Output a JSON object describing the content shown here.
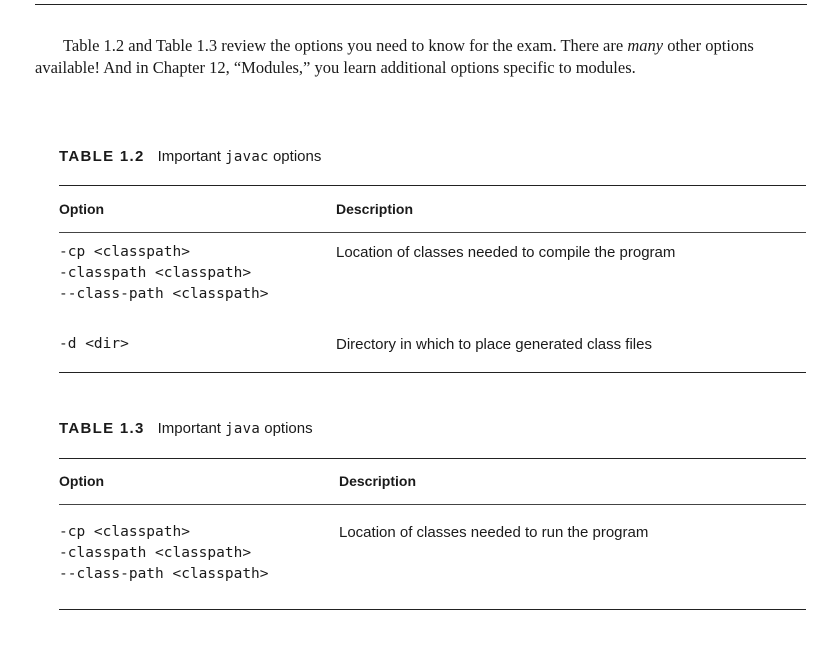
{
  "intro": {
    "part1": "Table 1.2 and Table 1.3 review the options you need to know for the exam. There are ",
    "emphasis": "many",
    "part2": " other options available! And in Chapter 12, “Modules,” you learn additional options specific to modules."
  },
  "table12": {
    "label": "TABLE 1.2",
    "title_pre": "Important ",
    "title_code": "javac",
    "title_post": " options",
    "col_option": "Option",
    "col_description": "Description",
    "rows": [
      {
        "options": [
          "-cp <classpath>",
          "-classpath <classpath>",
          "--class-path <classpath>"
        ],
        "description": "Location of classes needed to compile the program"
      },
      {
        "options": [
          "-d <dir>"
        ],
        "description": "Directory in which to place generated class files"
      }
    ]
  },
  "table13": {
    "label": "TABLE 1.3",
    "title_pre": "Important ",
    "title_code": "java",
    "title_post": " options",
    "col_option": "Option",
    "col_description": "Description",
    "rows": [
      {
        "options": [
          "-cp <classpath>",
          "-classpath <classpath>",
          "--class-path <classpath>"
        ],
        "description": "Location of classes needed to run the program"
      }
    ]
  }
}
